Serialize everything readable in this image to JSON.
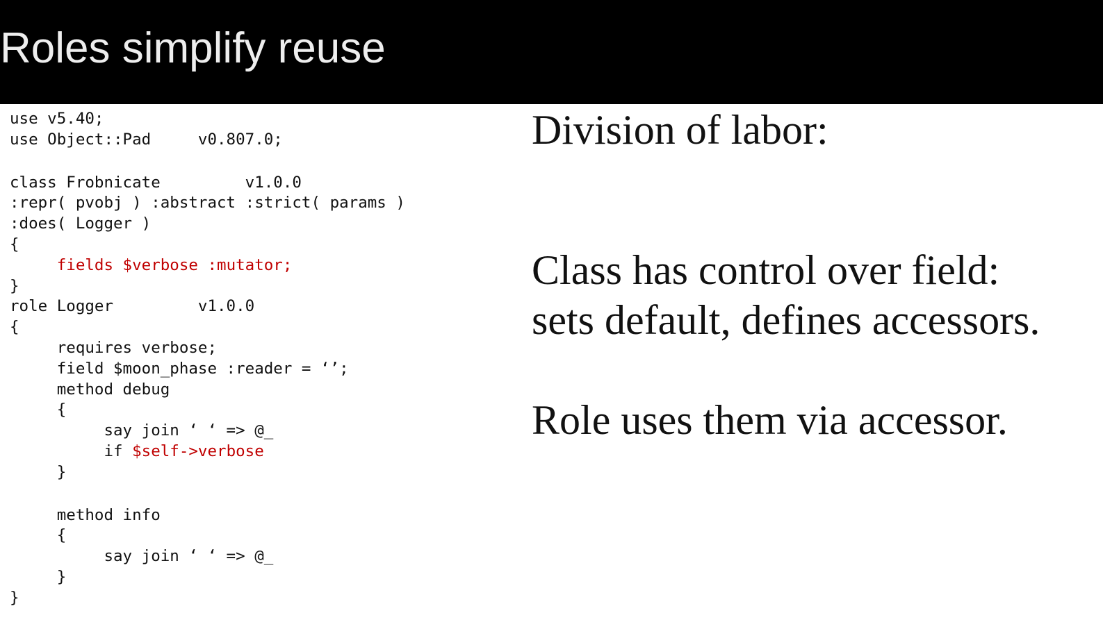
{
  "slide": {
    "title": "Roles simplify reuse"
  },
  "code": {
    "lines": [
      {
        "segments": [
          {
            "text": "use v5.40;",
            "color": "default"
          }
        ]
      },
      {
        "segments": [
          {
            "text": "use Object::Pad     v0.807.0;",
            "color": "default"
          }
        ]
      },
      {
        "blank": true,
        "segments": []
      },
      {
        "segments": [
          {
            "text": "class Frobnicate         v1.0.0",
            "color": "default"
          }
        ]
      },
      {
        "segments": [
          {
            "text": ":repr( pvobj ) :abstract :strict( params )",
            "color": "default"
          }
        ]
      },
      {
        "segments": [
          {
            "text": ":does( Logger )",
            "color": "default"
          }
        ]
      },
      {
        "segments": [
          {
            "text": "{",
            "color": "default"
          }
        ]
      },
      {
        "segments": [
          {
            "text": "     ",
            "color": "default"
          },
          {
            "text": "fields $verbose :mutator;",
            "color": "red"
          }
        ]
      },
      {
        "segments": [
          {
            "text": "}",
            "color": "default"
          }
        ]
      },
      {
        "segments": [
          {
            "text": "role Logger         v1.0.0",
            "color": "default"
          }
        ]
      },
      {
        "segments": [
          {
            "text": "{",
            "color": "default"
          }
        ]
      },
      {
        "segments": [
          {
            "text": "     requires verbose;",
            "color": "default"
          }
        ]
      },
      {
        "segments": [
          {
            "text": "     field $moon_phase :reader = ‘’;",
            "color": "default"
          }
        ]
      },
      {
        "segments": [
          {
            "text": "     method debug",
            "color": "default"
          }
        ]
      },
      {
        "segments": [
          {
            "text": "     {",
            "color": "default"
          }
        ]
      },
      {
        "segments": [
          {
            "text": "          say join ‘ ‘ => @_",
            "color": "default"
          }
        ]
      },
      {
        "segments": [
          {
            "text": "          if ",
            "color": "default"
          },
          {
            "text": "$self->verbose",
            "color": "red"
          }
        ]
      },
      {
        "segments": [
          {
            "text": "     }",
            "color": "default"
          }
        ]
      },
      {
        "blank": true,
        "segments": []
      },
      {
        "segments": [
          {
            "text": "     method info",
            "color": "default"
          }
        ]
      },
      {
        "segments": [
          {
            "text": "     {",
            "color": "default"
          }
        ]
      },
      {
        "segments": [
          {
            "text": "          say join ‘ ‘ => @_",
            "color": "default"
          }
        ]
      },
      {
        "segments": [
          {
            "text": "     }",
            "color": "default"
          }
        ]
      },
      {
        "segments": [
          {
            "text": "}",
            "color": "default"
          }
        ]
      }
    ]
  },
  "notes": {
    "heading": "Division of labor:",
    "class_line_1": "Class has control over field:",
    "class_line_2": "sets default, defines accessors.",
    "role_line": "Role uses them via accessor."
  },
  "colors": {
    "title_background": "#000000",
    "title_text": "#eeeeee",
    "code_text": "#111111",
    "code_highlight": "#c00000",
    "body_text": "#111111",
    "background": "#ffffff"
  }
}
